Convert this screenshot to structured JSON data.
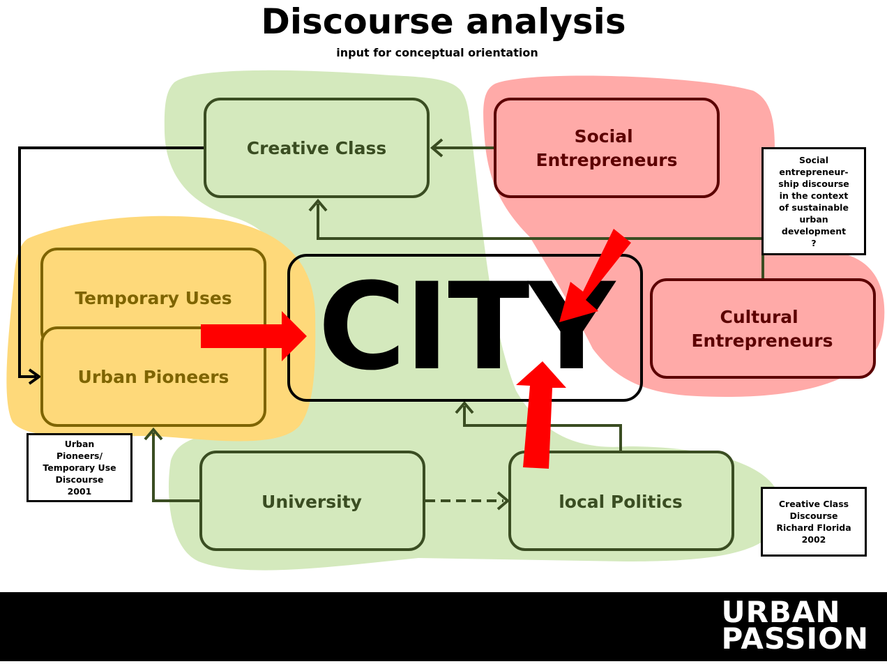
{
  "title": "Discourse analysis",
  "subtitle": "input for conceptual orientation",
  "nodes": {
    "creative_class": "Creative Class",
    "social_entrepreneurs": [
      "Social",
      "Entrepreneurs"
    ],
    "temporary_uses": "Temporary Uses",
    "urban_pioneers": "Urban Pioneers",
    "city": "CITY",
    "cultural_entrepreneurs": [
      "Cultural",
      "Entrepreneurs"
    ],
    "university": "University",
    "local_politics": "local Politics"
  },
  "notes": {
    "social_entrepreneurship": [
      "Social",
      "entrepreneur-",
      "ship discourse",
      "in the context",
      "of sustainable",
      "urban",
      "development",
      "?"
    ],
    "urban_pioneers_discourse": [
      "Urban",
      "Pioneers/",
      "Temporary Use",
      "Discourse",
      "2001"
    ],
    "creative_class_discourse": [
      "Creative Class",
      "Discourse",
      "Richard Florida",
      "2002"
    ]
  },
  "logo": [
    "URBAN",
    "PASSION"
  ],
  "colors": {
    "green_blob": "#d4e9bd",
    "green_border": "#3a4d22",
    "green_text": "#3a4d22",
    "red_blob": "#ffaaa8",
    "red_border": "#5c0000",
    "red_text": "#5c0000",
    "yellow_blob": "#fed97a",
    "yellow_border": "#7e6400",
    "yellow_text": "#7e6400",
    "arrow_red": "#ff0000"
  }
}
